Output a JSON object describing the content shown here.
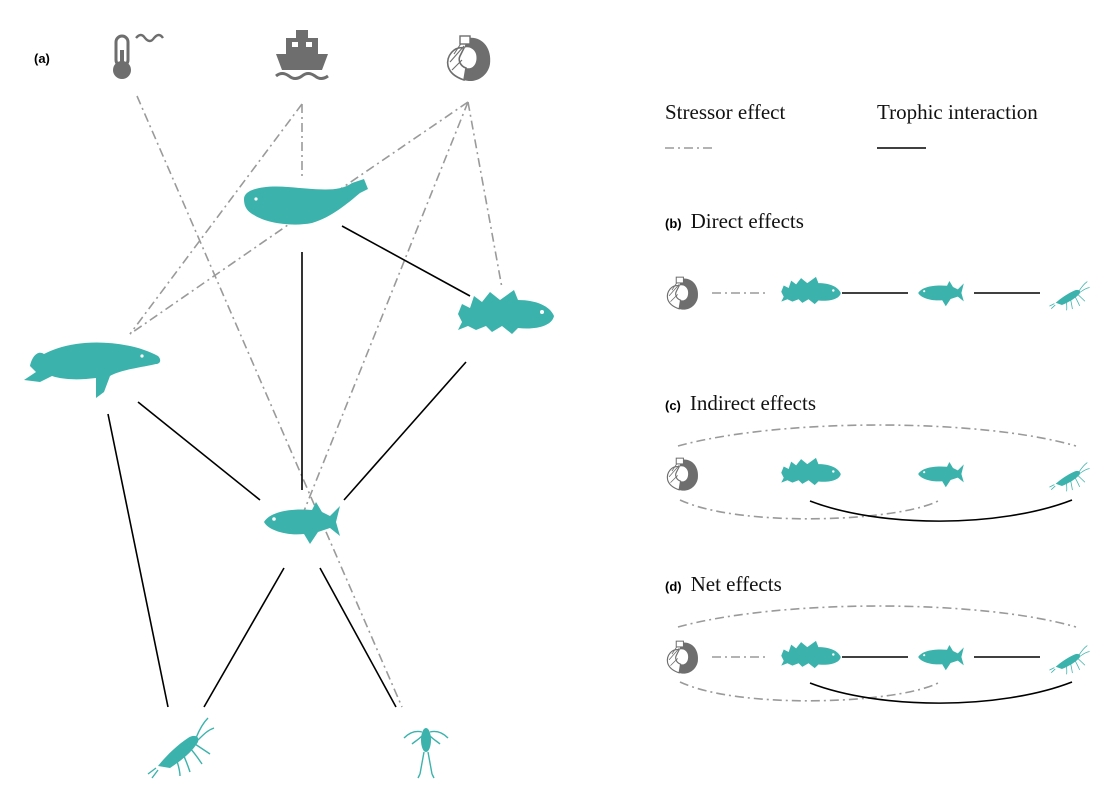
{
  "panels": {
    "a": {
      "tag": "(a)"
    },
    "b": {
      "tag": "(b)",
      "title": "Direct effects"
    },
    "c": {
      "tag": "(c)",
      "title": "Indirect effects"
    },
    "d": {
      "tag": "(d)",
      "title": "Net effects"
    }
  },
  "legend": {
    "stressor_label": "Stressor effect",
    "trophic_label": "Trophic interaction"
  },
  "colors": {
    "species": "#3bb3ac",
    "stressor_icon": "#6e6e6e",
    "stressor_line": "#9a9a9a",
    "trophic_line": "#000000"
  },
  "icons": {
    "stressors": [
      "thermometer-icon",
      "ship-icon",
      "fishing-net-icon"
    ],
    "species": [
      "beluga-whale-icon",
      "humpback-whale-icon",
      "cod-icon",
      "herring-icon",
      "krill-icon",
      "copepod-icon"
    ]
  }
}
